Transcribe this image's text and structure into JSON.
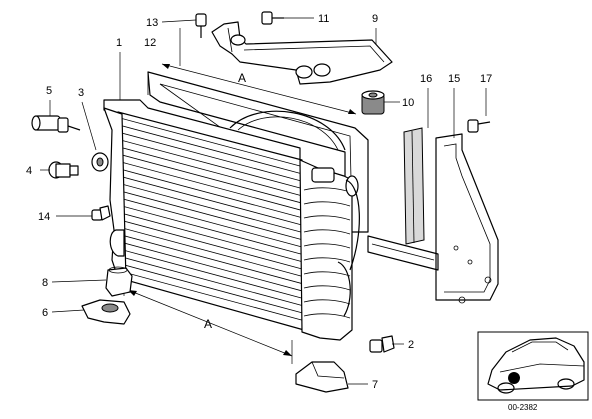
{
  "labels": {
    "p1": "1",
    "p2": "2",
    "p3": "3",
    "p4": "4",
    "p5": "5",
    "p6": "6",
    "p7": "7",
    "p8": "8",
    "p9": "9",
    "p10": "10",
    "p11": "11",
    "p12": "12",
    "p13": "13",
    "p14": "14",
    "p15": "15",
    "p16": "16",
    "p17": "17",
    "dimA_top": "A",
    "dimA_bottom": "A"
  },
  "footer": {
    "code": "00-2382"
  },
  "icons": {
    "car_thumbnail": "car-location-icon"
  }
}
